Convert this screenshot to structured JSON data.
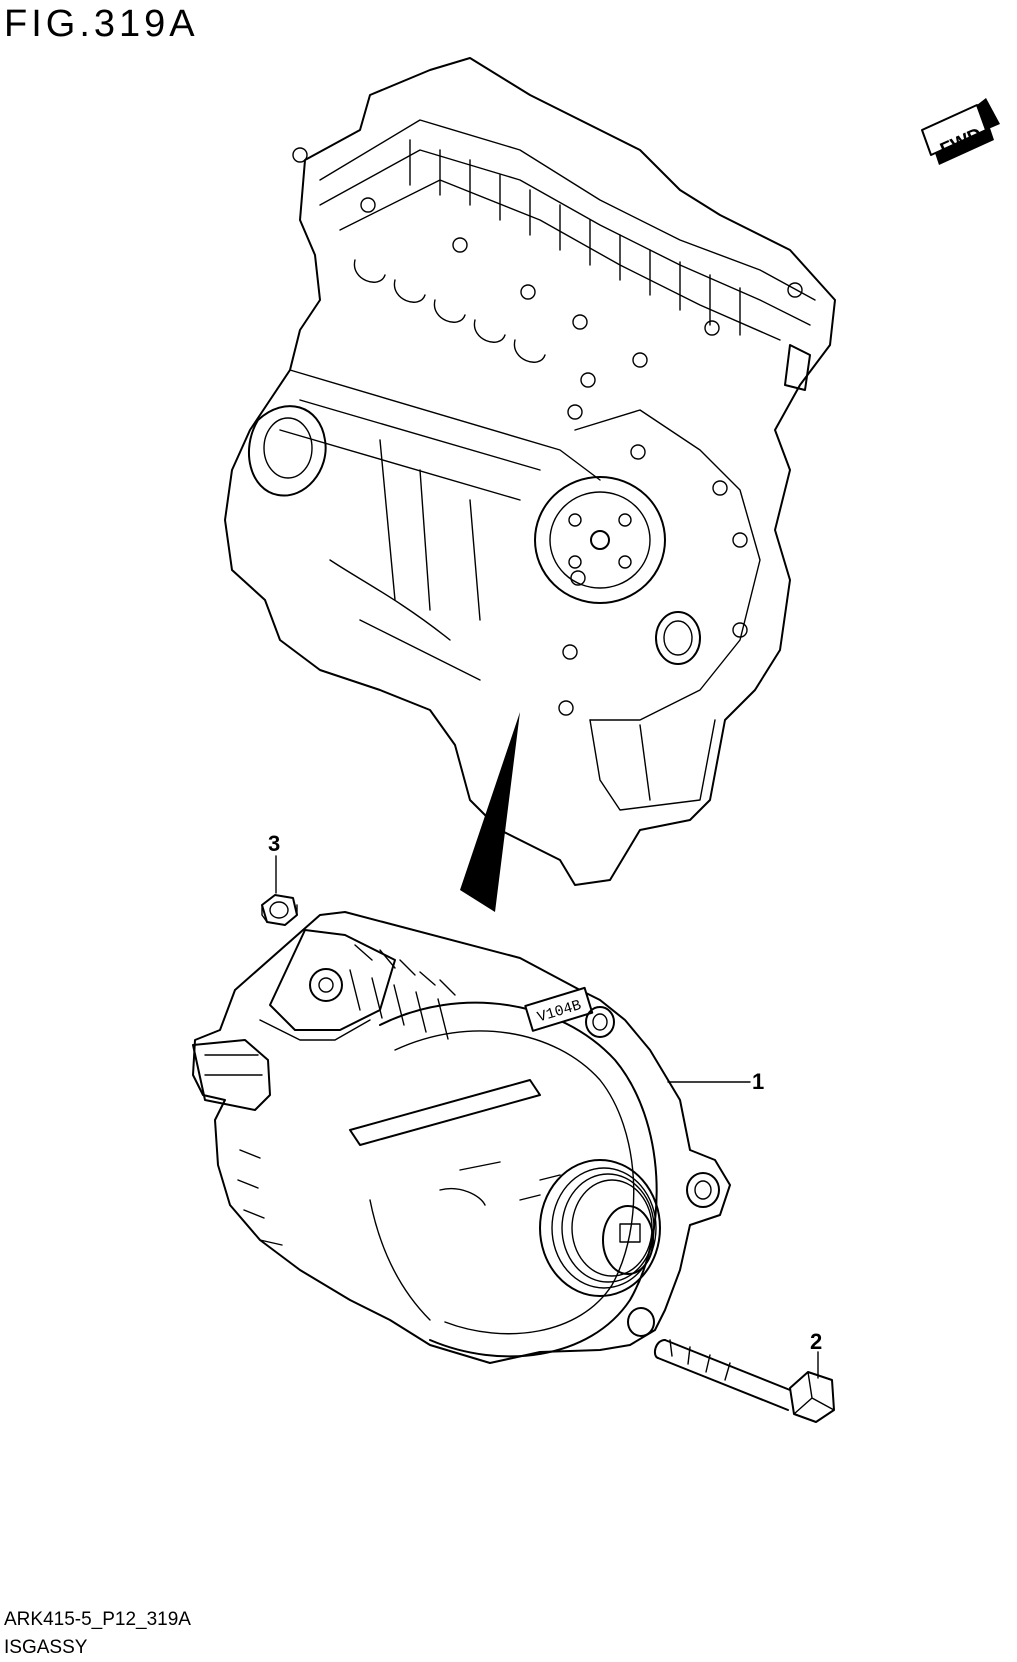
{
  "figure": {
    "title": "FIG.319A"
  },
  "badges": {
    "fwd": "FWD",
    "part_marking": "V104B"
  },
  "callouts": [
    {
      "id": "1",
      "label": "1"
    },
    {
      "id": "2",
      "label": "2"
    },
    {
      "id": "3",
      "label": "3"
    }
  ],
  "footer": {
    "code": "ARK415-5_P12_319A",
    "name": "ISGASSY"
  },
  "colors": {
    "line": "#000000",
    "background": "#ffffff"
  }
}
